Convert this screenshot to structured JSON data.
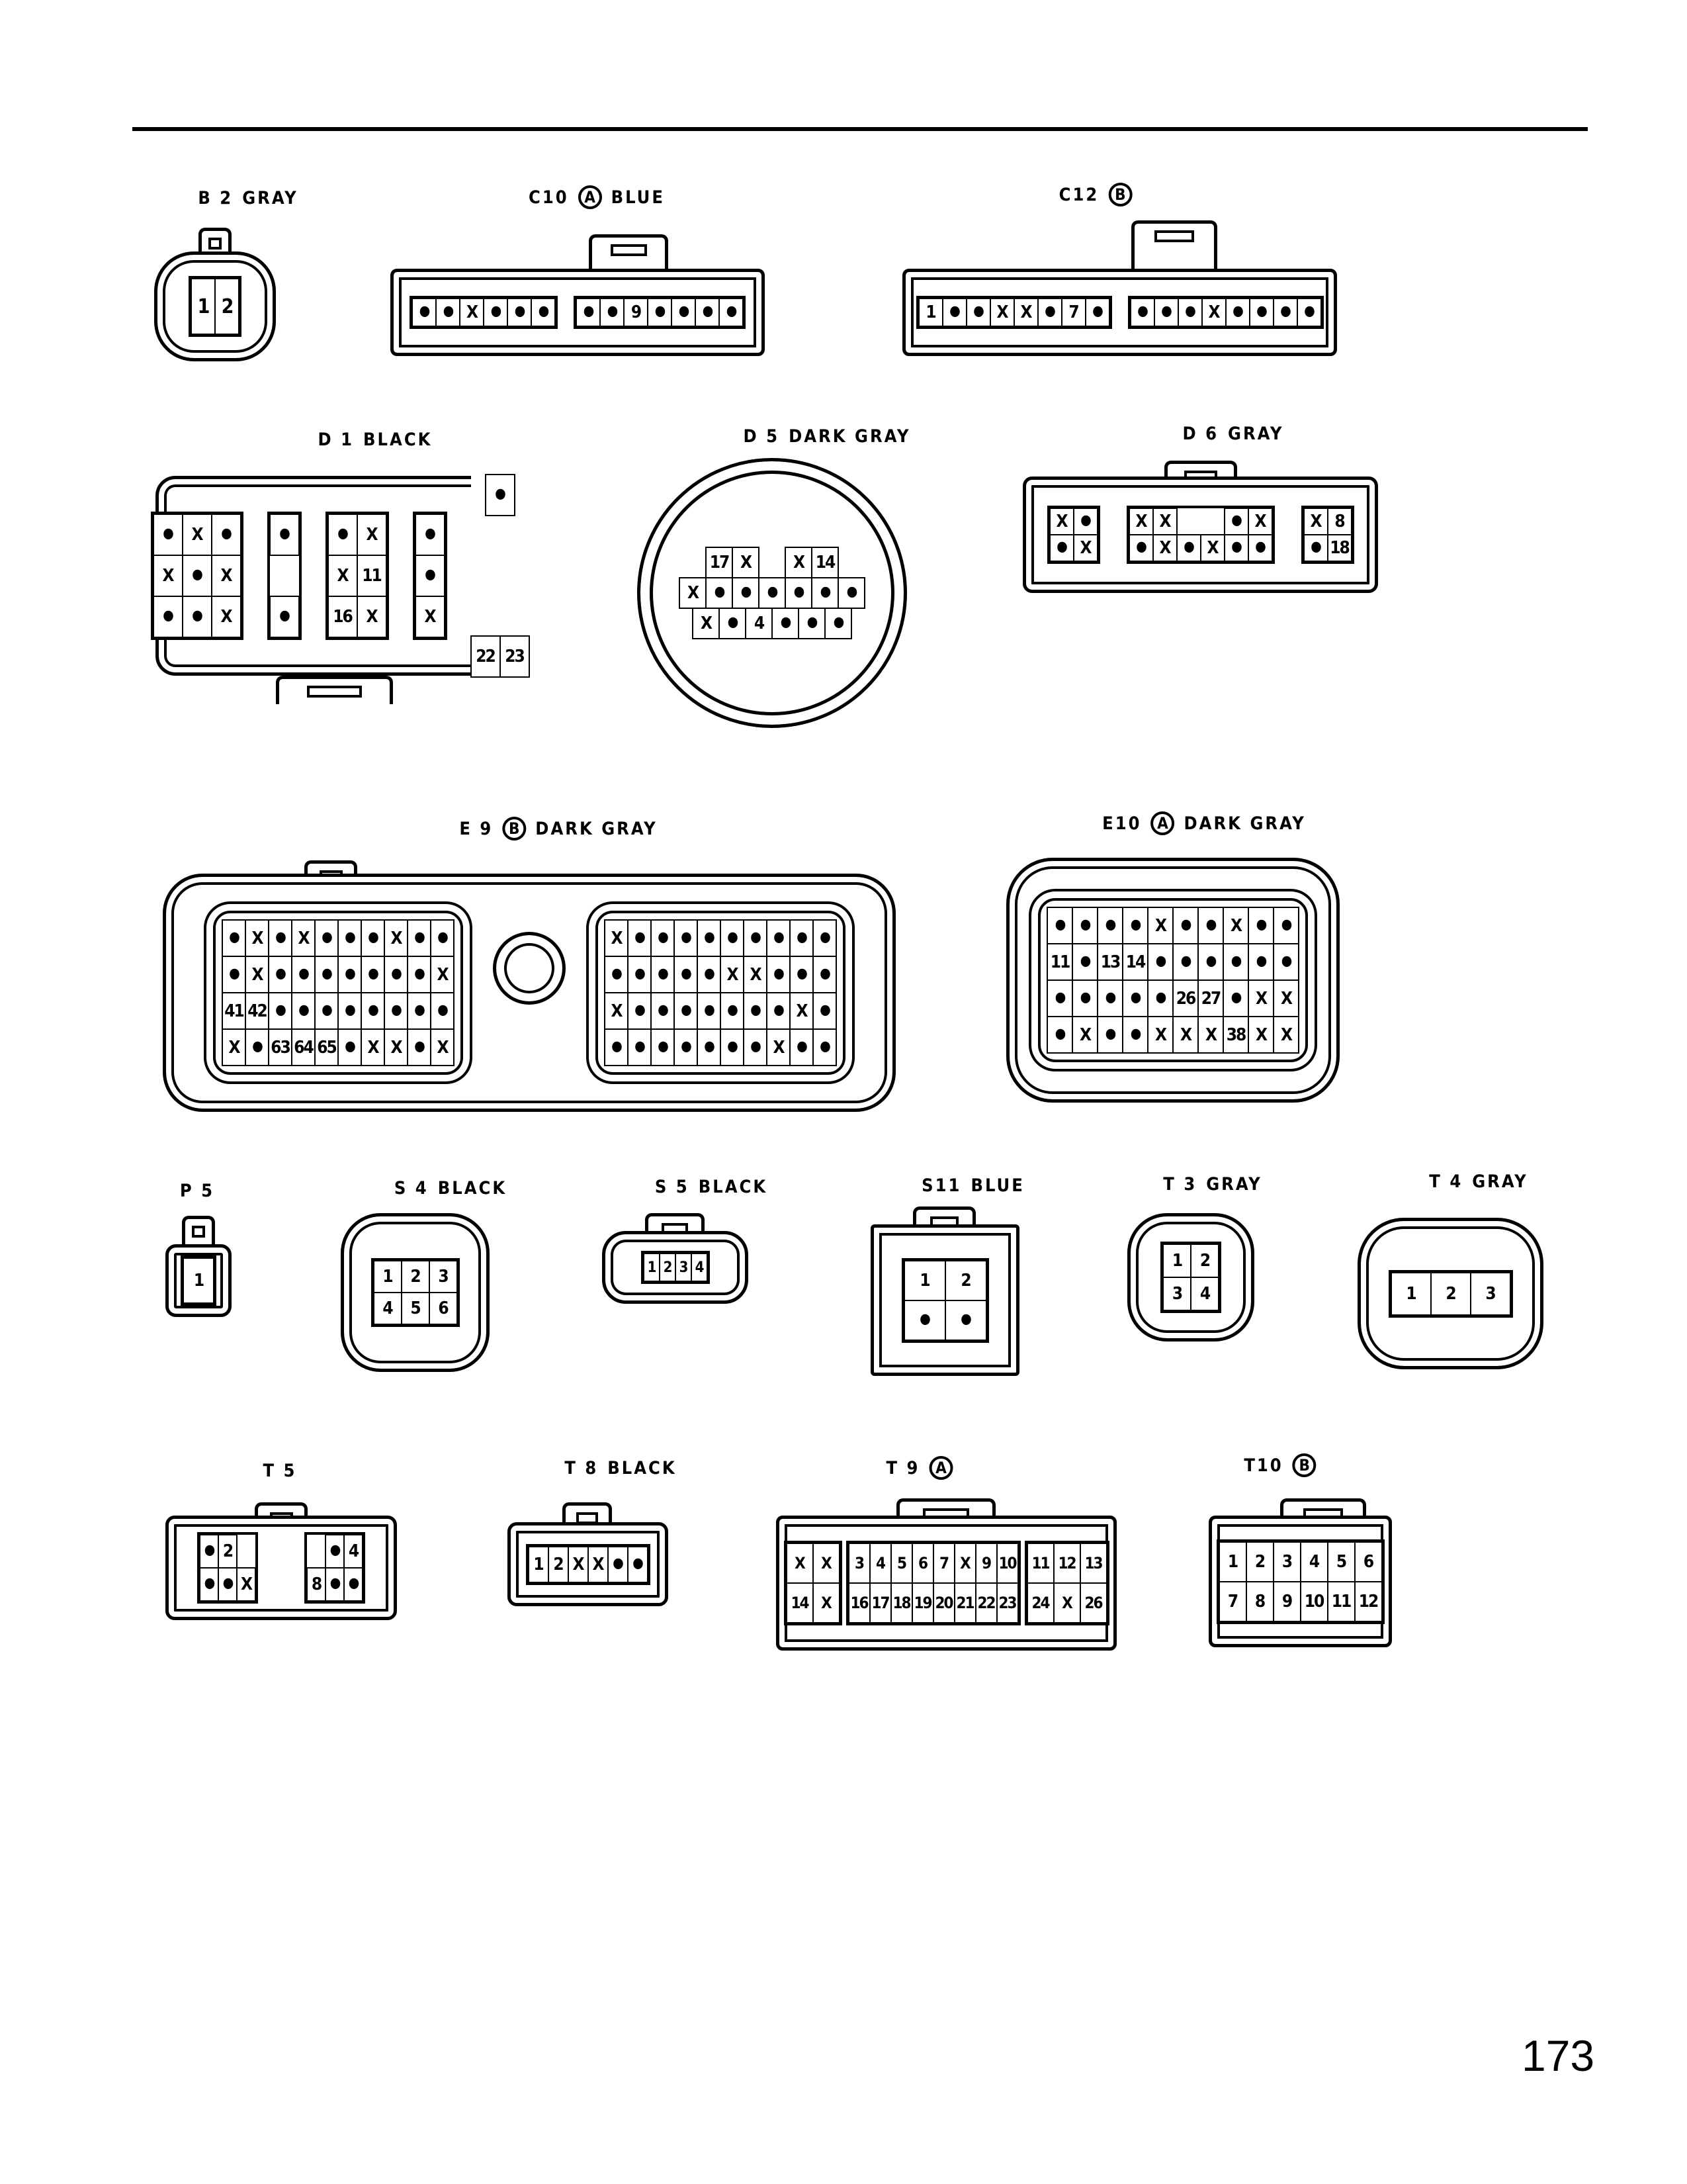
{
  "page_number": "173",
  "connectors": [
    {
      "code": "B 2",
      "circle": "",
      "color": "GRAY",
      "groups": [
        {
          "rows": [
            [
              "1",
              "2"
            ]
          ]
        }
      ]
    },
    {
      "code": "C10",
      "circle": "A",
      "color": "BLUE",
      "groups": [
        {
          "rows": [
            [
              "•",
              "•",
              "X",
              "•",
              "•",
              "•"
            ]
          ]
        },
        {
          "rows": [
            [
              "•",
              "•",
              "9",
              "•",
              "•",
              "•",
              "•"
            ]
          ]
        }
      ]
    },
    {
      "code": "C12",
      "circle": "B",
      "color": "",
      "groups": [
        {
          "rows": [
            [
              "1",
              "•",
              "•",
              "X",
              "X",
              "•",
              "7",
              "•"
            ]
          ]
        },
        {
          "rows": [
            [
              "•",
              "•",
              "•",
              "X",
              "•",
              "•",
              "•",
              "•"
            ]
          ]
        }
      ]
    },
    {
      "code": "D 1",
      "circle": "",
      "color": "BLACK",
      "groups": [
        {
          "rows": [
            [
              "•",
              "X",
              "•"
            ],
            [
              "X",
              "•",
              "X"
            ],
            [
              "•",
              "•",
              "X"
            ]
          ]
        },
        {
          "rows": [
            [
              "•"
            ],
            [
              ""
            ],
            [
              "•"
            ]
          ]
        },
        {
          "rows": [
            [
              "•",
              "X"
            ],
            [
              "X",
              "11"
            ],
            [
              "16",
              "X"
            ]
          ]
        },
        {
          "rows": [
            [
              "•"
            ],
            [
              "•"
            ],
            [
              "X"
            ]
          ]
        },
        {
          "rows": [
            [
              "•"
            ],
            [
              ""
            ],
            [
              "22",
              "23"
            ]
          ]
        }
      ]
    },
    {
      "code": "D 5",
      "circle": "",
      "color": "DARK GRAY",
      "groups": [
        {
          "rows": [
            [
              "",
              "17",
              "X",
              "",
              "X",
              "14",
              ""
            ],
            [
              "X",
              "•",
              "•",
              "•",
              "•",
              "•",
              "•"
            ],
            [
              "X",
              "•",
              "4",
              "•",
              "•",
              "•"
            ]
          ]
        }
      ]
    },
    {
      "code": "D 6",
      "circle": "",
      "color": "GRAY",
      "groups": [
        {
          "rows": [
            [
              "X",
              "•"
            ],
            [
              "•",
              "X"
            ]
          ]
        },
        {
          "rows": [
            [
              "X",
              "X",
              "",
              "",
              "•",
              "X"
            ],
            [
              "•",
              "X",
              "•",
              "X",
              "•",
              "•"
            ]
          ]
        },
        {
          "rows": [
            [
              "X",
              "8"
            ],
            [
              "•",
              "18"
            ]
          ]
        }
      ]
    },
    {
      "code": "E 9",
      "circle": "B",
      "color": "DARK GRAY",
      "groups": [
        {
          "rows": [
            [
              "•",
              "X",
              "•",
              "X",
              "•",
              "•",
              "•",
              "X",
              "•",
              "•"
            ],
            [
              "•",
              "X",
              "•",
              "•",
              "•",
              "•",
              "•",
              "•",
              "•",
              "X"
            ],
            [
              "41",
              "42",
              "•",
              "•",
              "•",
              "•",
              "•",
              "•",
              "•",
              "•"
            ],
            [
              "X",
              "•",
              "63",
              "64",
              "65",
              "•",
              "X",
              "X",
              "•",
              "X"
            ]
          ]
        },
        {
          "rows": [
            [
              "X",
              "•",
              "•",
              "•",
              "•",
              "•",
              "•",
              "•",
              "•",
              "•"
            ],
            [
              "•",
              "•",
              "•",
              "•",
              "•",
              "X",
              "X",
              "•",
              "•",
              "•"
            ],
            [
              "X",
              "•",
              "•",
              "•",
              "•",
              "•",
              "•",
              "•",
              "X",
              "•"
            ],
            [
              "•",
              "•",
              "•",
              "•",
              "•",
              "•",
              "•",
              "X",
              "•",
              "•"
            ]
          ]
        }
      ]
    },
    {
      "code": "E10",
      "circle": "A",
      "color": "DARK GRAY",
      "groups": [
        {
          "rows": [
            [
              "•",
              "•",
              "•",
              "•",
              "X",
              "•",
              "•",
              "X",
              "•",
              "•"
            ],
            [
              "11",
              "•",
              "13",
              "14",
              "•",
              "•",
              "•",
              "•",
              "•",
              "•"
            ],
            [
              "•",
              "•",
              "•",
              "•",
              "•",
              "26",
              "27",
              "•",
              "X",
              "X"
            ],
            [
              "•",
              "X",
              "•",
              "•",
              "X",
              "X",
              "X",
              "38",
              "X",
              "X"
            ]
          ]
        }
      ]
    },
    {
      "code": "P 5",
      "circle": "",
      "color": "",
      "groups": [
        {
          "rows": [
            [
              "1"
            ]
          ]
        }
      ]
    },
    {
      "code": "S 4",
      "circle": "",
      "color": "BLACK",
      "groups": [
        {
          "rows": [
            [
              "1",
              "2",
              "3"
            ],
            [
              "4",
              "5",
              "6"
            ]
          ]
        }
      ]
    },
    {
      "code": "S 5",
      "circle": "",
      "color": "BLACK",
      "groups": [
        {
          "rows": [
            [
              "1",
              "2",
              "3",
              "4"
            ]
          ]
        }
      ]
    },
    {
      "code": "S11",
      "circle": "",
      "color": "BLUE",
      "groups": [
        {
          "rows": [
            [
              "1",
              "2"
            ],
            [
              "•",
              "•"
            ]
          ]
        }
      ]
    },
    {
      "code": "T 3",
      "circle": "",
      "color": "GRAY",
      "groups": [
        {
          "rows": [
            [
              "1",
              "2"
            ],
            [
              "3",
              "4"
            ]
          ]
        }
      ]
    },
    {
      "code": "T 4",
      "circle": "",
      "color": "GRAY",
      "groups": [
        {
          "rows": [
            [
              "1",
              "2",
              "3"
            ]
          ]
        }
      ]
    },
    {
      "code": "T 5",
      "circle": "",
      "color": "",
      "groups": [
        {
          "rows": [
            [
              "•",
              "2",
              ""
            ],
            [
              "•",
              "•",
              "X"
            ]
          ]
        },
        {
          "rows": [
            [
              "",
              "•",
              "4"
            ],
            [
              "8",
              "•",
              "•"
            ]
          ]
        }
      ]
    },
    {
      "code": "T 8",
      "circle": "",
      "color": "BLACK",
      "groups": [
        {
          "rows": [
            [
              "1",
              "2",
              "X",
              "X",
              "•",
              "•"
            ]
          ]
        }
      ]
    },
    {
      "code": "T 9",
      "circle": "A",
      "color": "",
      "groups": [
        {
          "rows": [
            [
              "X",
              "X"
            ],
            [
              "14",
              "X"
            ]
          ]
        },
        {
          "rows": [
            [
              "3",
              "4",
              "5",
              "6",
              "7",
              "X",
              "9",
              "10"
            ],
            [
              "16",
              "17",
              "18",
              "19",
              "20",
              "21",
              "22",
              "23"
            ]
          ]
        },
        {
          "rows": [
            [
              "11",
              "12",
              "13"
            ],
            [
              "24",
              "X",
              "26"
            ]
          ]
        }
      ]
    },
    {
      "code": "T10",
      "circle": "B",
      "color": "",
      "groups": [
        {
          "rows": [
            [
              "1",
              "2",
              "3",
              "4",
              "5",
              "6"
            ],
            [
              "7",
              "8",
              "9",
              "10",
              "11",
              "12"
            ]
          ]
        }
      ]
    }
  ]
}
